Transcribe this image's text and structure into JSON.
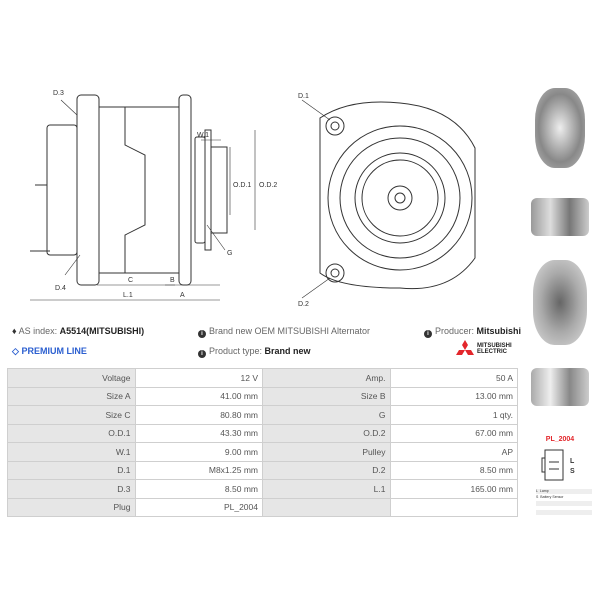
{
  "drawing_labels": {
    "d3": "D.3",
    "d4": "D.4",
    "w1": "W.1",
    "od1": "O.D.1",
    "od2": "O.D.2",
    "g": "G",
    "c": "C",
    "b": "B",
    "a": "A",
    "l1": "L.1",
    "d1": "D.1",
    "d2": "D.2"
  },
  "info": {
    "as_index_label": "AS index:",
    "as_index_value": "A5514(MITSUBISHI)",
    "description": "Brand new OEM MITSUBISHI Alternator",
    "producer_label": "Producer:",
    "producer_value": "Mitsubishi",
    "premium": "PREMIUM LINE",
    "product_type_label": "Product type:",
    "product_type_value": "Brand new",
    "logo_text": "MITSUBISHI ELECTRIC"
  },
  "specs": [
    [
      "Voltage",
      "12 V",
      "Amp.",
      "50 A"
    ],
    [
      "Size A",
      "41.00 mm",
      "Size B",
      "13.00 mm"
    ],
    [
      "Size C",
      "80.80 mm",
      "G",
      "1 qty."
    ],
    [
      "O.D.1",
      "43.30 mm",
      "O.D.2",
      "67.00 mm"
    ],
    [
      "W.1",
      "9.00 mm",
      "Pulley",
      "AP"
    ],
    [
      "D.1",
      "M8x1.25 mm",
      "D.2",
      "8.50 mm"
    ],
    [
      "D.3",
      "8.50 mm",
      "L.1",
      "165.00 mm"
    ],
    [
      "Plug",
      "PL_2004",
      "",
      ""
    ]
  ],
  "plug": {
    "name": "PL_2004",
    "pin_l": "L",
    "pin_s": "S",
    "legend": [
      [
        "L",
        "Lamp"
      ],
      [
        "S",
        "Battery Sensor"
      ]
    ]
  },
  "colors": {
    "accent_red": "#e3262b",
    "premium_blue": "#2b5fd0"
  }
}
